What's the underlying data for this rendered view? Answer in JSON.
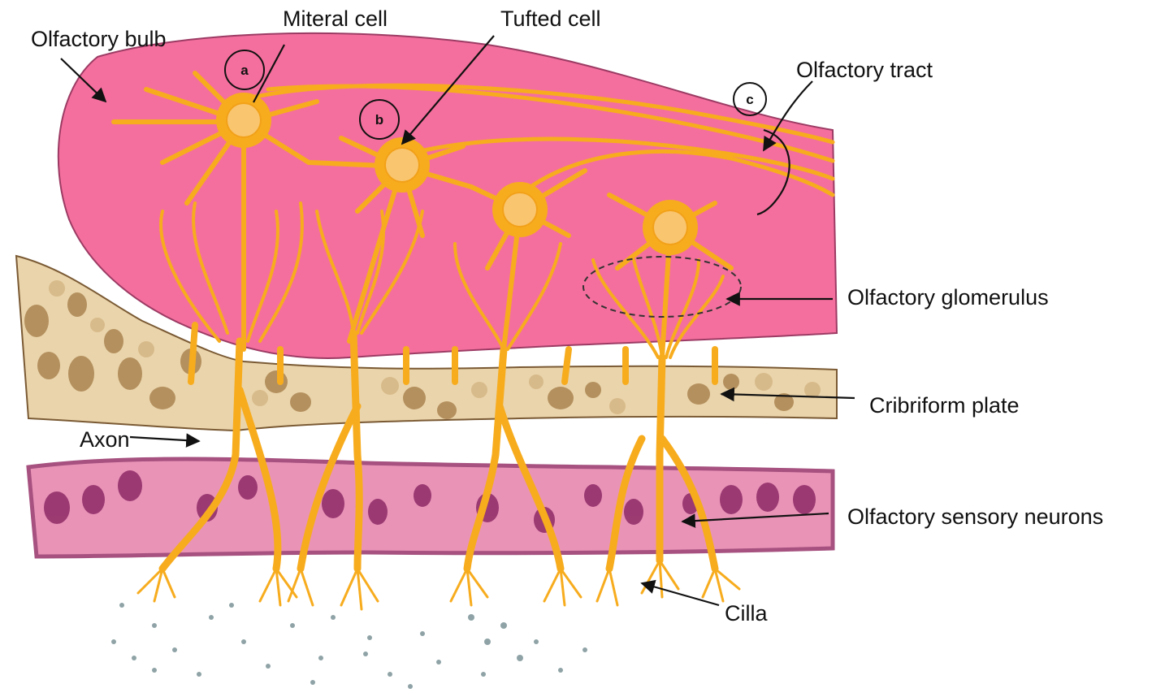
{
  "diagram": {
    "labels": {
      "olfactory_bulb": "Olfactory bulb",
      "mitral_cell": "Miteral cell",
      "tufted_cell": "Tufted cell",
      "olfactory_tract": "Olfactory tract",
      "olfactory_glomerulus": "Olfactory glomerulus",
      "cribriform_plate": "Cribriform plate",
      "axon": "Axon",
      "olfactory_sensory_neurons": "Olfactory sensory neurons",
      "cilia": "Cilla"
    },
    "markers": {
      "a": "a",
      "b": "b",
      "c": "c"
    },
    "colors": {
      "bulb": "#f46f9d",
      "neuron": "#f7ac1e",
      "soma": "#f9c56e",
      "bone": "#ead4ab",
      "bone_spot": "#a37a45",
      "epithelium": "#e993b7",
      "epithelium_border": "#a6517f",
      "nucleus": "#8e2a66",
      "odorant_dot": "#8fa3a6"
    }
  }
}
